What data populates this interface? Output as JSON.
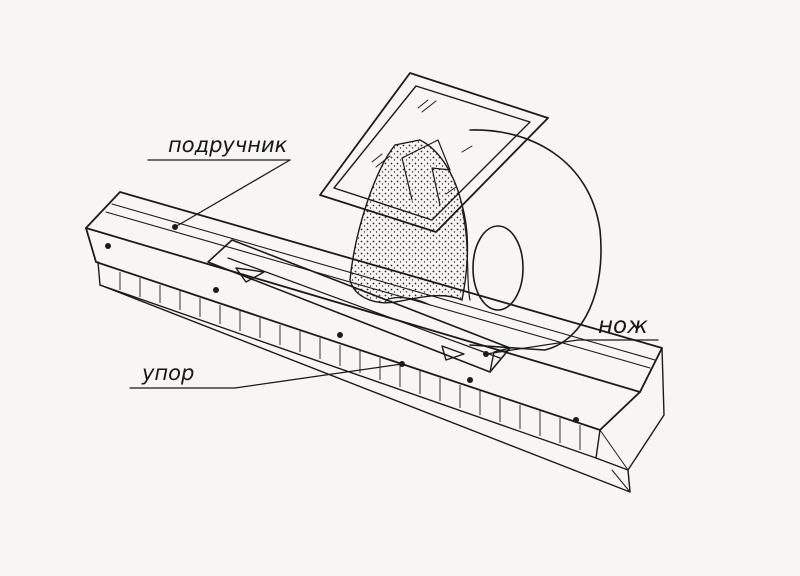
{
  "labels": {
    "rest": "подручник",
    "stop": "упор",
    "knife": "нож"
  },
  "colors": {
    "paper": "#f7f6f4",
    "ink": "#1b1b1b",
    "stipple": "#2a2a2a"
  }
}
